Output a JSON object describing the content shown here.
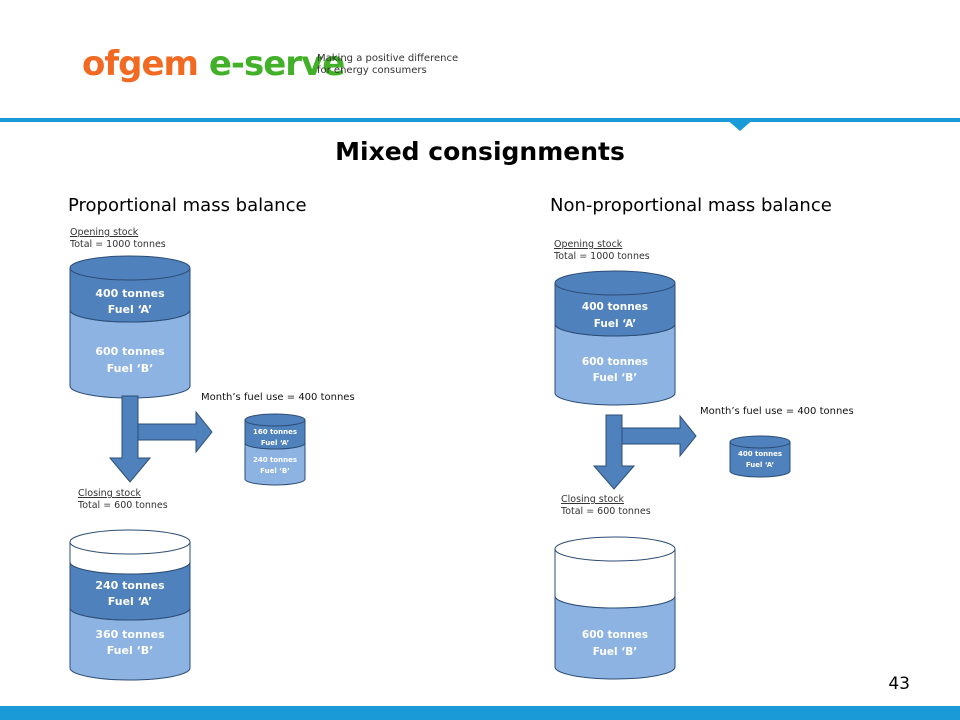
{
  "header": {
    "logo": {
      "part1": "ofgem",
      "part2": " e-serve"
    },
    "tagline_line1": "Making a positive difference",
    "tagline_line2": "for energy consumers",
    "colors": {
      "ofgem_orange": "#f26a21",
      "eserve_green": "#43b02a",
      "rule_blue": "#1a9bd7"
    }
  },
  "title": "Mixed consignments",
  "left": {
    "heading": "Proportional mass balance",
    "opening_label": "Opening stock",
    "opening_total": "Total = 1000 tonnes",
    "opening_top_line1": "400 tonnes",
    "opening_top_line2": "Fuel ‘A’",
    "opening_bottom_line1": "600 tonnes",
    "opening_bottom_line2": "Fuel ‘B’",
    "fuel_use": "Month’s fuel use = 400 tonnes",
    "used_top_line1": "160 tonnes",
    "used_top_line2": "Fuel ‘A’",
    "used_bottom_line1": "240 tonnes",
    "used_bottom_line2": "Fuel ‘B’",
    "closing_label": "Closing stock",
    "closing_total": "Total = 600 tonnes",
    "closing_top_line1": "240 tonnes",
    "closing_top_line2": "Fuel ‘A’",
    "closing_bottom_line1": "360 tonnes",
    "closing_bottom_line2": "Fuel ‘B’"
  },
  "right": {
    "heading": "Non-proportional mass balance",
    "opening_label": "Opening stock",
    "opening_total": "Total = 1000 tonnes",
    "opening_top_line1": "400 tonnes",
    "opening_top_line2": "Fuel ‘A’",
    "opening_bottom_line1": "600 tonnes",
    "opening_bottom_line2": "Fuel ‘B’",
    "fuel_use": "Month’s fuel use = 400 tonnes",
    "used_line1": "400 tonnes",
    "used_line2": "Fuel ‘A’",
    "closing_label": "Closing stock",
    "closing_total": "Total = 600 tonnes",
    "closing_bottom_line1": "600 tonnes",
    "closing_bottom_line2": "Fuel ‘B’"
  },
  "colors": {
    "fuel_a": "#4f81bd",
    "fuel_b": "#8db3e2",
    "outline": "#2c4d75",
    "empty": "#ffffff",
    "arrow": "#4f81bd"
  },
  "page_number": "43"
}
